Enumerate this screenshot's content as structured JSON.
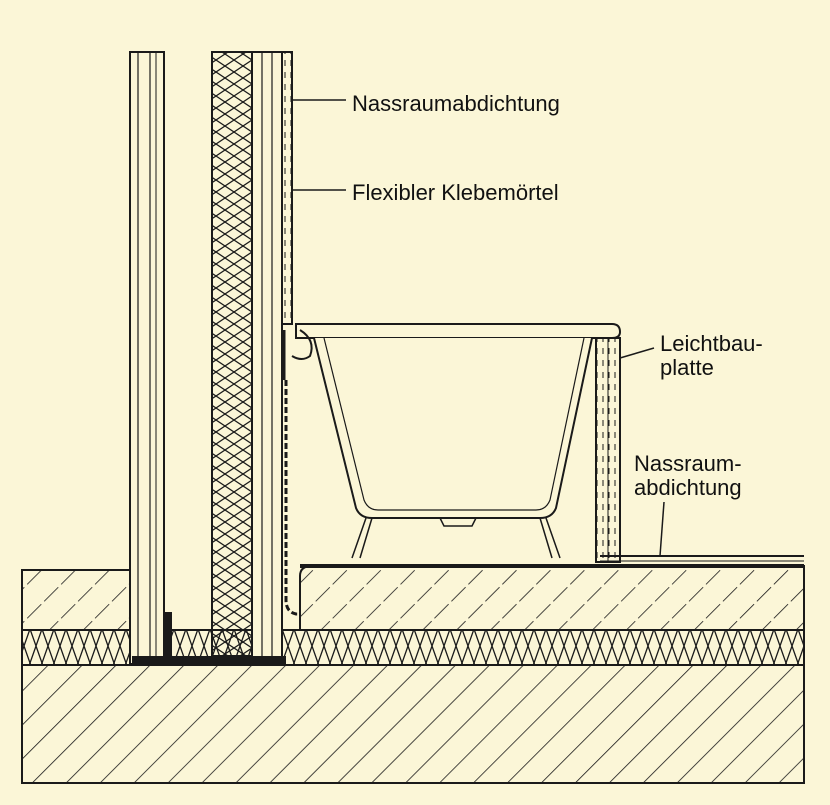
{
  "diagram": {
    "background_color": "#fbf6d7",
    "line_color": "#1a1a1a",
    "labels": {
      "nassraumabdichtung_wall": "Nassraumabdichtung",
      "flexibler_klebemoertel": "Flexibler Klebemörtel",
      "leichtbauplatte_line1": "Leichtbau-",
      "leichtbauplatte_line2": "platte",
      "nassraumabdichtung_floor_line1": "Nassraum-",
      "nassraumabdichtung_floor_line2": "abdichtung"
    }
  }
}
